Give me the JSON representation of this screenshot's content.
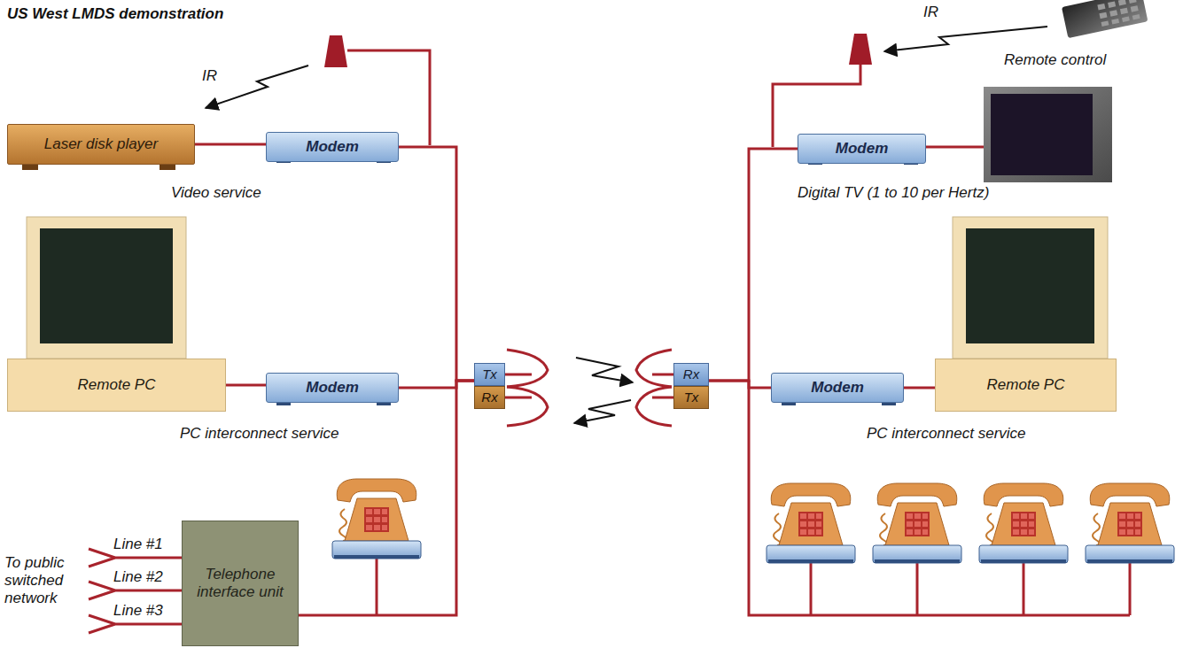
{
  "diagram": {
    "title": "US West LMDS demonstration",
    "nodes": [
      {
        "text": [
          "Laser disk player"
        ]
      },
      {
        "text": [
          "Modem"
        ]
      },
      {
        "text": [
          "Modem"
        ]
      },
      {
        "text": [
          "Remote PC"
        ]
      },
      {
        "text": [
          "Modem"
        ]
      },
      {
        "text": [
          "Tx"
        ]
      },
      {
        "text": [
          "Rx"
        ]
      },
      {
        "text": [
          "Rx"
        ]
      },
      {
        "text": [
          "Tx"
        ]
      },
      {
        "text": [
          "Modem"
        ]
      },
      {
        "text": [
          "Remote PC"
        ]
      },
      {
        "text": [
          "Telephone interface unit"
        ]
      }
    ],
    "edges": [
      {
        "from": 0,
        "to": 1,
        "arrow": "none"
      },
      {
        "from": 1,
        "to": 5,
        "arrow": "none"
      },
      {
        "from": 3,
        "to": 4,
        "arrow": "none"
      },
      {
        "from": 4,
        "to": 5,
        "arrow": "none"
      },
      {
        "from": 11,
        "to": 5,
        "arrow": "none"
      },
      {
        "from": 2,
        "to": 7,
        "arrow": "none"
      },
      {
        "from": 9,
        "to": 7,
        "arrow": "none"
      },
      {
        "from": 9,
        "to": 10,
        "arrow": "none"
      }
    ],
    "labels": [
      "IR",
      "Video service",
      "IR",
      "Remote control",
      "Digital TV (1 to 10 per Hertz)",
      "PC interconnect service",
      "PC interconnect service",
      "Line #1",
      "Line #2",
      "Line #3",
      "To public switched network"
    ]
  }
}
